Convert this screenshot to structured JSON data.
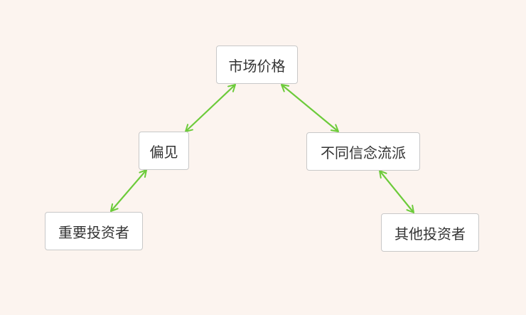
{
  "nodes": {
    "market": "市场价格",
    "bias": "偏见",
    "belief": "不同信念流派",
    "major": "重要投资者",
    "other": "其他投资者"
  },
  "edges": [
    {
      "from": "market",
      "to": "bias",
      "direction": "both"
    },
    {
      "from": "bias",
      "to": "major",
      "direction": "both"
    },
    {
      "from": "market",
      "to": "belief",
      "direction": "both"
    },
    {
      "from": "belief",
      "to": "other",
      "direction": "both"
    }
  ],
  "colors": {
    "background": "#fcf4ef",
    "edge": "#6ccb3a",
    "node_fill": "#ffffff",
    "node_border": "#c8c8c8",
    "text": "#333333"
  }
}
